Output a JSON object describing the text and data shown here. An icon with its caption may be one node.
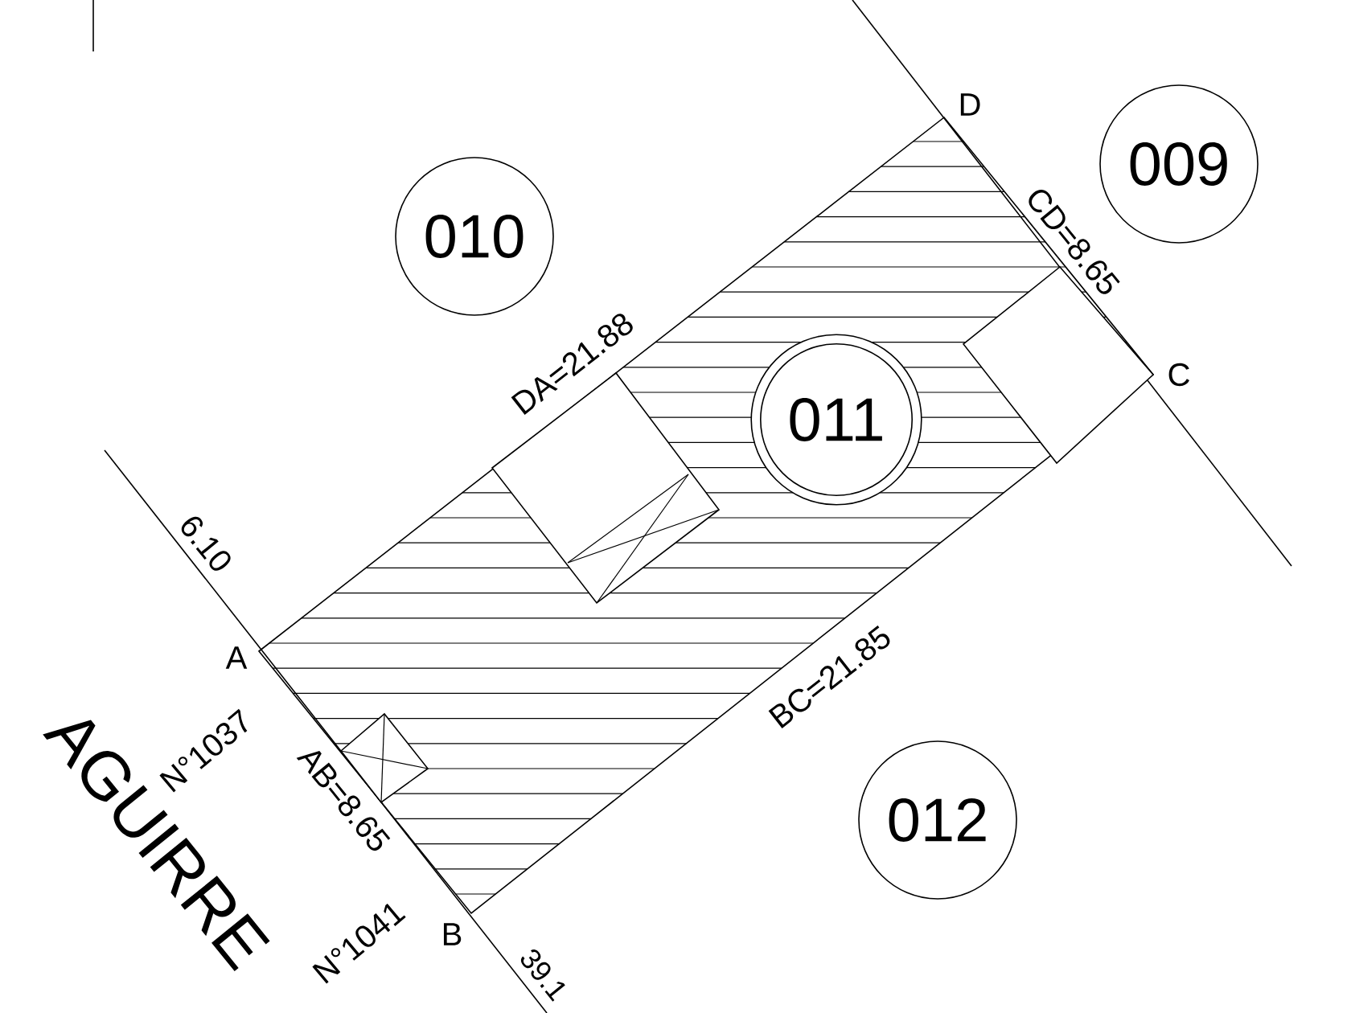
{
  "diagram": {
    "nodes": [
      {
        "text": [
          "009"
        ]
      },
      {
        "text": [
          "010"
        ]
      },
      {
        "text": [
          "011"
        ]
      },
      {
        "text": [
          "012"
        ]
      }
    ],
    "labels": [
      "D",
      "CD=8.65",
      "C",
      "DA=21.88",
      "6.10",
      "A",
      "BC=21.85",
      "N°1037",
      "AB=8.65",
      "N°1041",
      "B",
      "AGUIRRE",
      "39.1"
    ]
  }
}
